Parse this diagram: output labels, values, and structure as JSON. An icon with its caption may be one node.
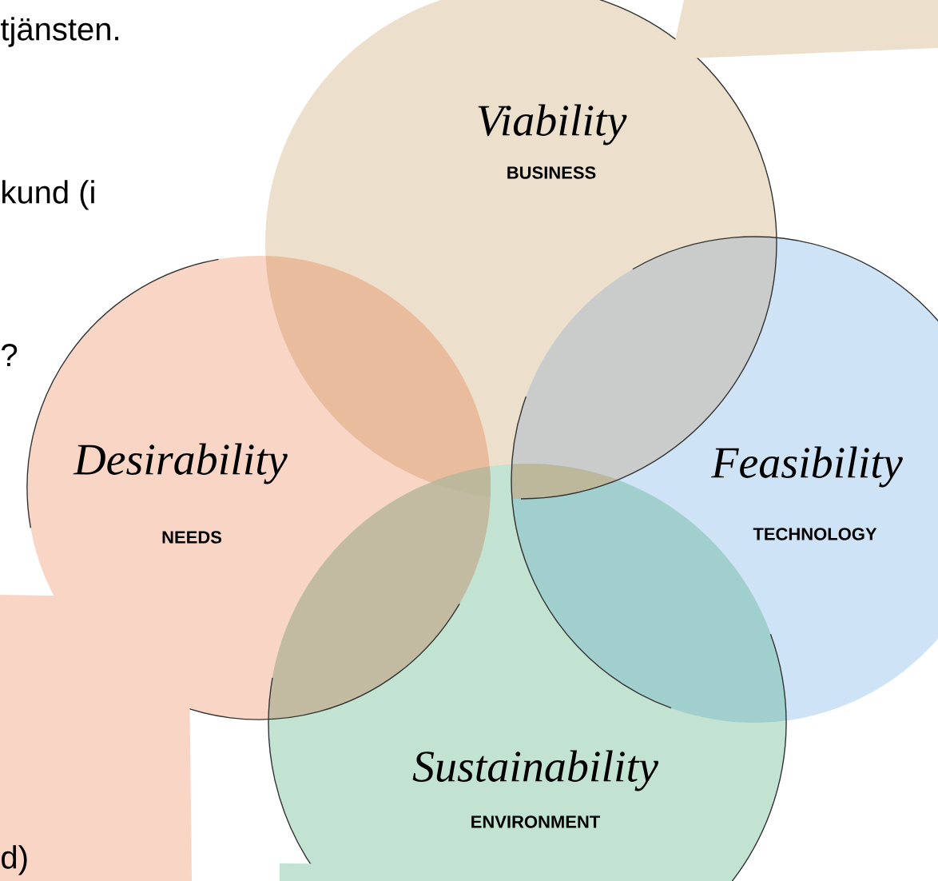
{
  "diagram": {
    "nodes": [
      {
        "text": [
          "Viability",
          "BUSINESS"
        ]
      },
      {
        "text": [
          "Desirability",
          "NEEDS"
        ]
      },
      {
        "text": [
          "Feasibility",
          "TECHNOLOGY"
        ]
      },
      {
        "text": [
          "Sustainability",
          "ENVIRONMENT"
        ]
      }
    ],
    "labels": [
      "tjänsten.",
      "kund (i",
      "?",
      "d)"
    ]
  }
}
